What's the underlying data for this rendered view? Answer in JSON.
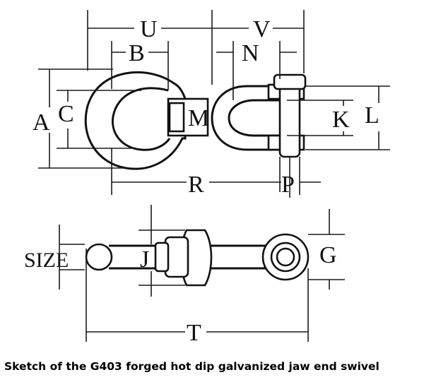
{
  "caption": "Sketch of the G403 forged hot dip galvanized jaw end swivel",
  "labels": {
    "u": "U",
    "v": "V",
    "b": "B",
    "n": "N",
    "a": "A",
    "c": "C",
    "m": "M",
    "k": "K",
    "l": "L",
    "r": "R",
    "p": "P",
    "size": "SIZE",
    "j": "J",
    "g": "G",
    "t": "T"
  }
}
